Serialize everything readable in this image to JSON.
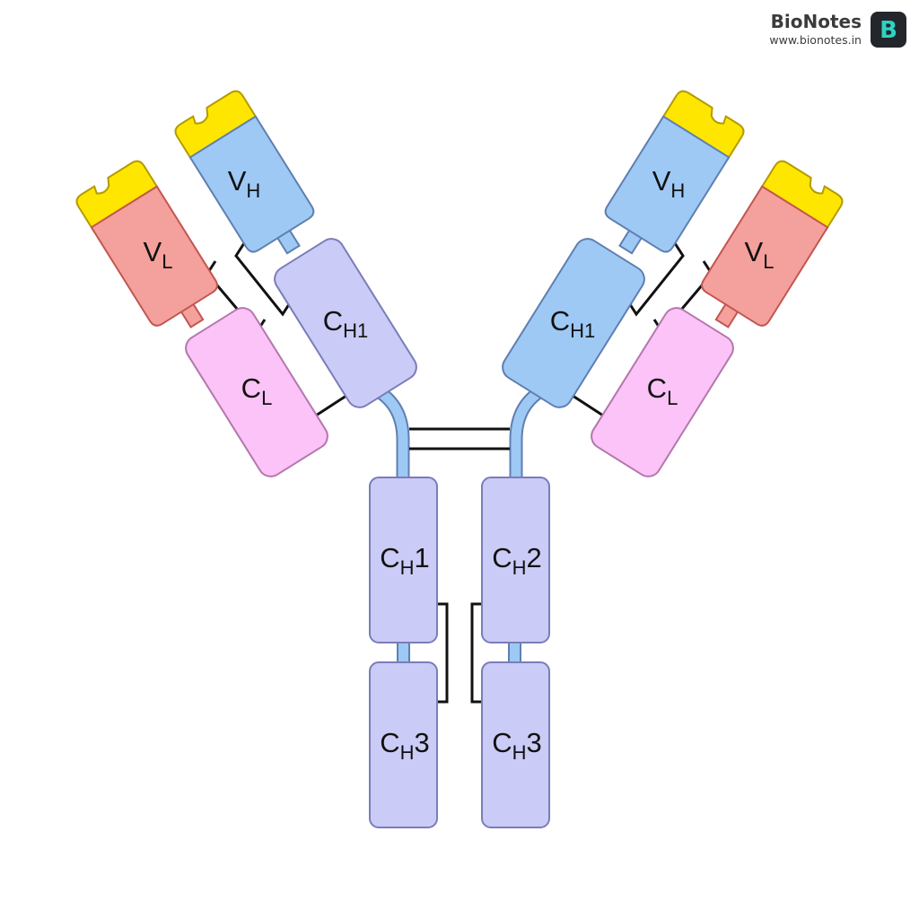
{
  "brand": {
    "name": "BioNotes",
    "url": "www.bionotes.in",
    "logo_letter": "B",
    "logo_bg": "#23262b",
    "logo_fg": "#2ed3c3"
  },
  "colors": {
    "variable_tip": "#ffe600",
    "heavy_variable": "#9ec9f5",
    "light_variable": "#f4a09c",
    "light_constant": "#fbc3f7",
    "heavy_constant": "#cbcbf7",
    "heavy_constant_blue": "#9ec9f5",
    "hinge": "#9ec9f5"
  },
  "labels": {
    "left_vh": {
      "main": "V",
      "sub": "H"
    },
    "left_vl": {
      "main": "V",
      "sub": "L"
    },
    "left_ch1": {
      "main": "C",
      "sub": "H1"
    },
    "left_cl": {
      "main": "C",
      "sub": "L"
    },
    "right_vh": {
      "main": "V",
      "sub": "H"
    },
    "right_vl": {
      "main": "V",
      "sub": "L"
    },
    "right_ch1": {
      "main": "C",
      "sub": "H1"
    },
    "right_cl": {
      "main": "C",
      "sub": "L"
    },
    "stem_left_upper": {
      "main": "C",
      "sub": "H",
      "tail": "1"
    },
    "stem_right_upper": {
      "main": "C",
      "sub": "H",
      "tail": "2"
    },
    "stem_left_lower": {
      "main": "C",
      "sub": "H",
      "tail": "3"
    },
    "stem_right_lower": {
      "main": "C",
      "sub": "H",
      "tail": "3"
    }
  }
}
